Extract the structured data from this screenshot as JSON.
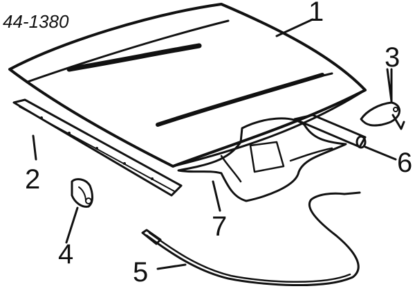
{
  "diagram": {
    "reference_number": "44-1380",
    "colors": {
      "ink": "#111111",
      "paper": "#ffffff"
    },
    "callouts": [
      {
        "id": "1",
        "label": "1",
        "part": "hood-panel"
      },
      {
        "id": "2",
        "label": "2",
        "part": "front-hood-seal-strip"
      },
      {
        "id": "3",
        "label": "3",
        "part": "hood-hinge"
      },
      {
        "id": "4",
        "label": "4",
        "part": "hood-latch"
      },
      {
        "id": "5",
        "label": "5",
        "part": "hood-release-cable"
      },
      {
        "id": "6",
        "label": "6",
        "part": "rear-weatherstrip"
      },
      {
        "id": "7",
        "label": "7",
        "part": "hood-inner-reinforcement-panel"
      }
    ]
  }
}
